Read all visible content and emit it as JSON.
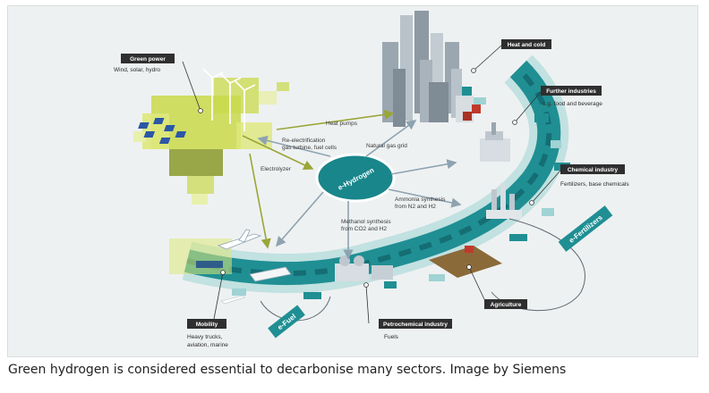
{
  "caption": "Green hydrogen is considered essential to decarbonise many sectors. Image by Siemens",
  "hub": {
    "label": "e-Hydrogen"
  },
  "sectors": {
    "green_power": {
      "title": "Green power",
      "note": "Wind, solar, hydro"
    },
    "heat_cold": {
      "title": "Heat and cold"
    },
    "further_industries": {
      "title": "Further industries",
      "note": "e.g. food and beverage"
    },
    "chemical_industry": {
      "title": "Chemical industry",
      "note": "Fertilizers, base chemicals"
    },
    "agriculture": {
      "title": "Agriculture"
    },
    "petrochemical": {
      "title": "Petrochemical industry",
      "note": "Fuels"
    },
    "mobility": {
      "title": "Mobility",
      "note_lines": [
        "Heavy trucks,",
        "aviation, marine"
      ]
    }
  },
  "flows": {
    "heat_pumps": "Heat pumps",
    "reelec_1": "Re-electrification",
    "reelec_2": "gas turbine, fuel cells",
    "natural_gas": "Natural gas grid",
    "electrolyzer": "Electrolyzer",
    "ammonia_1": "Ammonia synthesis",
    "ammonia_2": "from N2 and H2",
    "methanol_1": "Methanol synthesis",
    "methanol_2": "from CO2 and H2"
  },
  "bands": {
    "e_fertilizers": "e-Fertilizers",
    "e_fuel": "e-Fuel"
  },
  "colors": {
    "teal": "#1f8f93",
    "teal_dark": "#146e74",
    "teal_light": "#9fd3d4",
    "lime": "#c9d94a",
    "olive": "#8a9a2c",
    "label_bg": "#2f2f2f",
    "arrow": "#8ea3b0"
  }
}
